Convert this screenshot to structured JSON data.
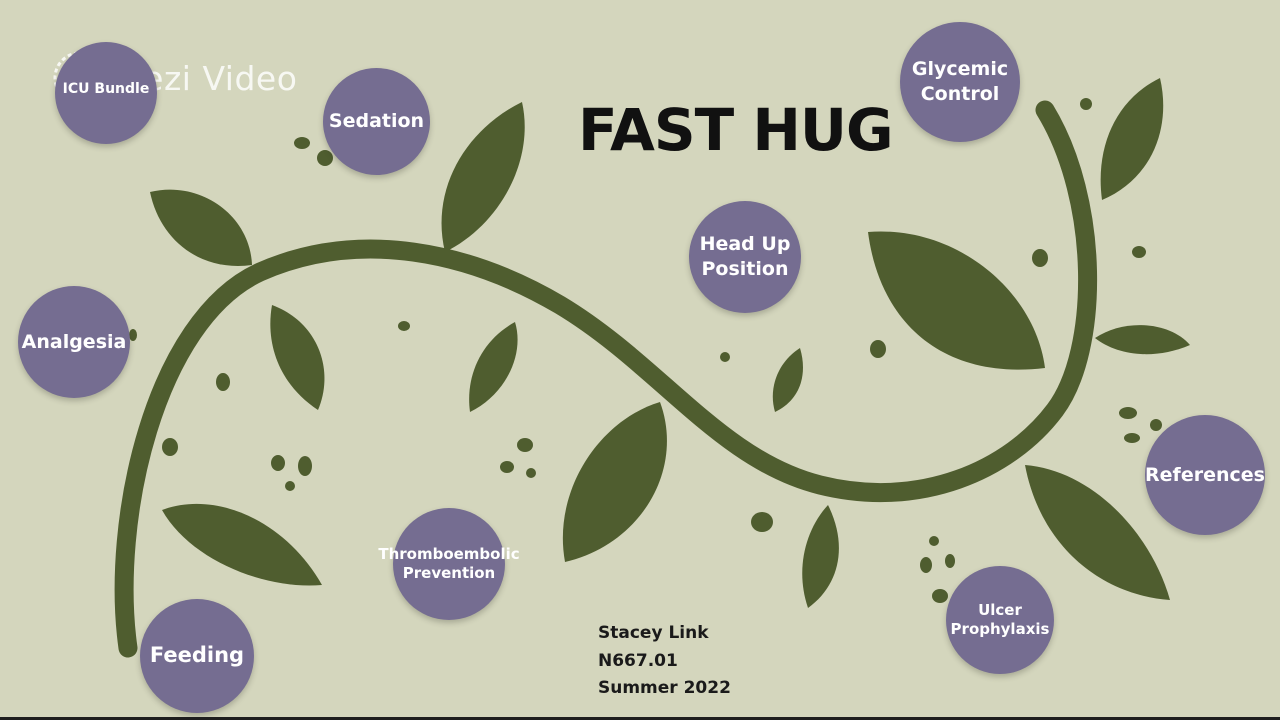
{
  "presentation": {
    "title": "FAST HUG",
    "author_lines": [
      "Stacey Link",
      "N667.01",
      "Summer 2022"
    ]
  },
  "watermark": {
    "brand": "Prezi Video",
    "logo_icon": "prezi-logo-icon"
  },
  "topics": {
    "icu_bundle": "ICU Bundle",
    "sedation": "Sedation",
    "glycemic_control": "Glycemic\nControl",
    "head_up_position": "Head Up\nPosition",
    "analgesia": "Analgesia",
    "references": "References",
    "thromboembolic_prevention": "Thromboembolic\nPrevention",
    "feeding": "Feeding",
    "ulcer_prophylaxis": "Ulcer\nProphylaxis"
  },
  "colors": {
    "background": "#d4d6bd",
    "vine": "#4f5d2f",
    "topic_circle": "#756d91",
    "title_text": "#111111"
  }
}
